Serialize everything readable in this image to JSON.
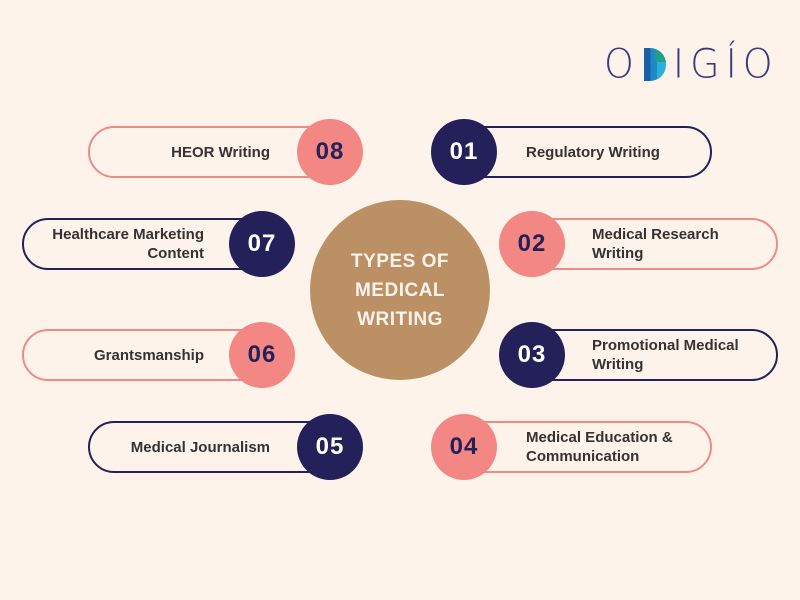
{
  "brand": {
    "logo_text_left": "O",
    "logo_text_right": "IGÍO",
    "logo_full": "ODIGÍO"
  },
  "center": {
    "lines": [
      "TYPES OF",
      "MEDICAL",
      "WRITING"
    ]
  },
  "colors": {
    "background": "#fdf3ea",
    "center_circle": "#bc9065",
    "pink": "#f28784",
    "navy": "#23205a",
    "text": "#333333"
  },
  "items": [
    {
      "number": "01",
      "label_line1": "Regulatory Writing",
      "label_line2": "",
      "color": "navy",
      "side": "right"
    },
    {
      "number": "02",
      "label_line1": "Medical Research",
      "label_line2": "Writing",
      "color": "pink",
      "side": "right"
    },
    {
      "number": "03",
      "label_line1": "Promotional Medical",
      "label_line2": "Writing",
      "color": "navy",
      "side": "right"
    },
    {
      "number": "04",
      "label_line1": "Medical Education &",
      "label_line2": "Communication",
      "color": "pink",
      "side": "right"
    },
    {
      "number": "05",
      "label_line1": "Medical Journalism",
      "label_line2": "",
      "color": "navy",
      "side": "left"
    },
    {
      "number": "06",
      "label_line1": "Grantsmanship",
      "label_line2": "",
      "color": "pink",
      "side": "left"
    },
    {
      "number": "07",
      "label_line1": "Healthcare Marketing",
      "label_line2": "Content",
      "color": "navy",
      "side": "left"
    },
    {
      "number": "08",
      "label_line1": "HEOR Writing",
      "label_line2": "",
      "color": "pink",
      "side": "left"
    }
  ]
}
